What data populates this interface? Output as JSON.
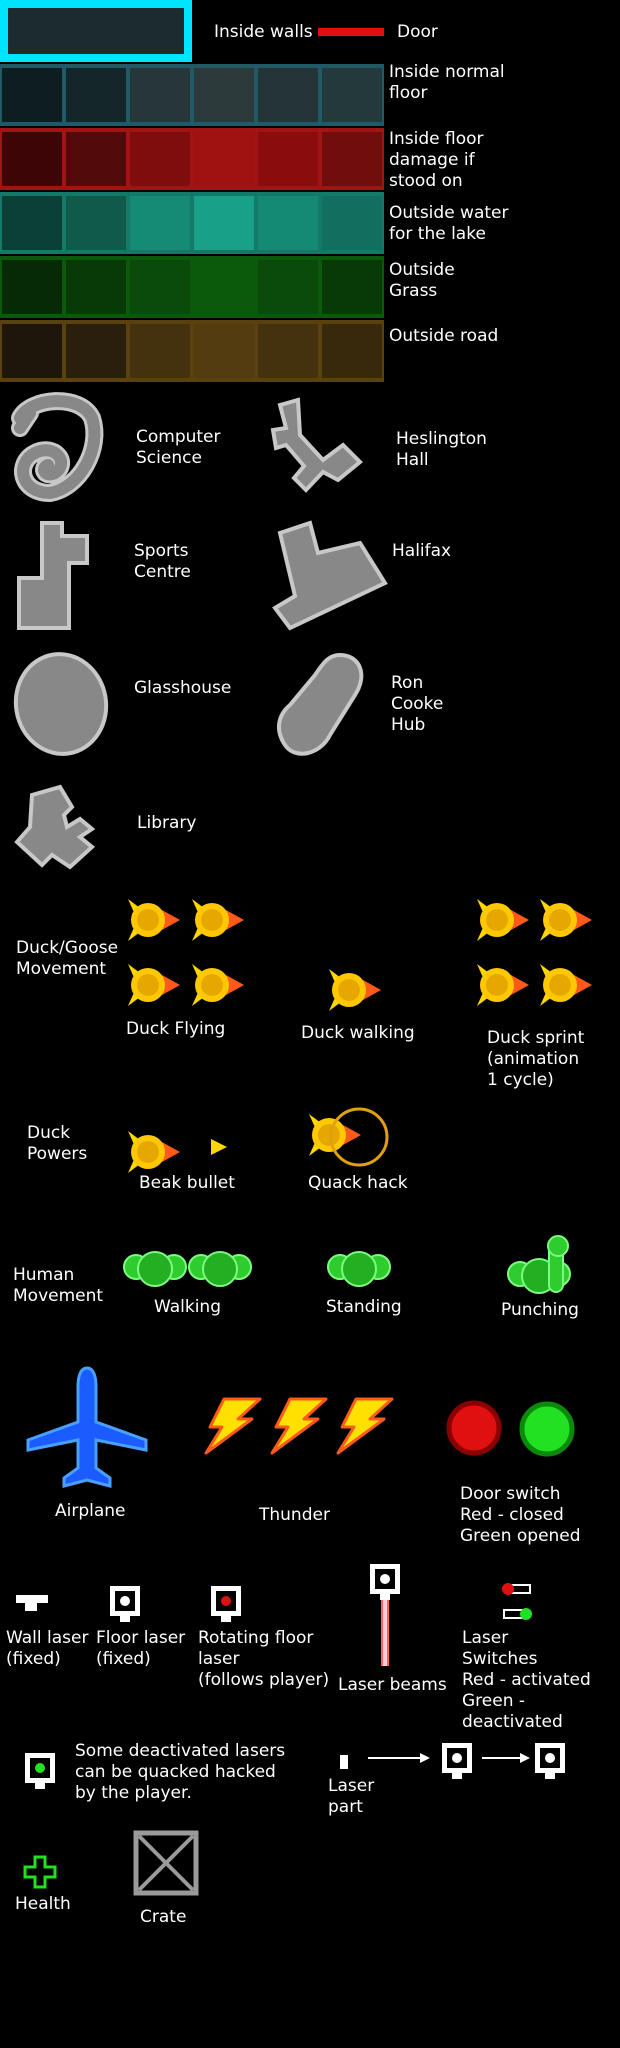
{
  "legend": {
    "inside_walls": "Inside walls",
    "door": "Door",
    "wall_color": "#00e5ff",
    "door_color": "#e01010"
  },
  "floors": [
    {
      "label": "Inside normal\nfloor",
      "border": "#1f5a66",
      "tiles": [
        "#0e1d20",
        "#14262a",
        "#273638",
        "#2c3a3c",
        "#253537",
        "#24393b"
      ]
    },
    {
      "label": "Inside floor\ndamage if\nstood on",
      "border": "#a01414",
      "tiles": [
        "#3d0505",
        "#520a0a",
        "#800d0d",
        "#a01212",
        "#8a0c0c",
        "#700d0d"
      ]
    },
    {
      "label": "Outside water\nfor the lake",
      "border": "#137a6a",
      "tiles": [
        "#0a4038",
        "#0f5a4a",
        "#158a74",
        "#18a088",
        "#148a74",
        "#126e5e"
      ]
    },
    {
      "label": "Outside\nGrass",
      "border": "#0b5a0b",
      "tiles": [
        "#052a05",
        "#073a07",
        "#0a4a0a",
        "#0b5a0b",
        "#0a4a0a",
        "#083a08"
      ]
    },
    {
      "label": "Outside road",
      "border": "#5a4210",
      "tiles": [
        "#1e160a",
        "#2a1e0c",
        "#44320e",
        "#523c10",
        "#44320e",
        "#38280c"
      ]
    }
  ],
  "buildings": {
    "cs": "Computer\nScience",
    "heslington": "Heslington\nHall",
    "sports": "Sports\nCentre",
    "halifax": "Halifax",
    "glasshouse": "Glasshouse",
    "ron_cooke": "Ron\nCooke\nHub",
    "library": "Library"
  },
  "duck": {
    "movement": "Duck/Goose\nMovement",
    "flying": "Duck Flying",
    "walking": "Duck walking",
    "sprint": "Duck sprint\n(animation\n1 cycle)",
    "powers": "Duck\nPowers",
    "beak_bullet": "Beak bullet",
    "quack_hack": "Quack hack"
  },
  "human": {
    "movement": "Human\nMovement",
    "walking": "Walking",
    "standing": "Standing",
    "punching": "Punching"
  },
  "misc": {
    "airplane": "Airplane",
    "thunder": "Thunder",
    "door_switch": "Door switch\nRed - closed\nGreen opened"
  },
  "lasers": {
    "wall_laser": "Wall laser\n(fixed)",
    "floor_laser": "Floor laser\n(fixed)",
    "rotating": "Rotating floor\nlaser\n(follows player)",
    "beams": "Laser beams",
    "switches": "Laser\nSwitches\nRed - activated\nGreen -deactivated",
    "deactivated_note": "Some deactivated lasers\ncan be quacked hacked\nby the player.",
    "laser_part": "Laser\npart"
  },
  "items": {
    "health": "Health",
    "crate": "Crate"
  }
}
